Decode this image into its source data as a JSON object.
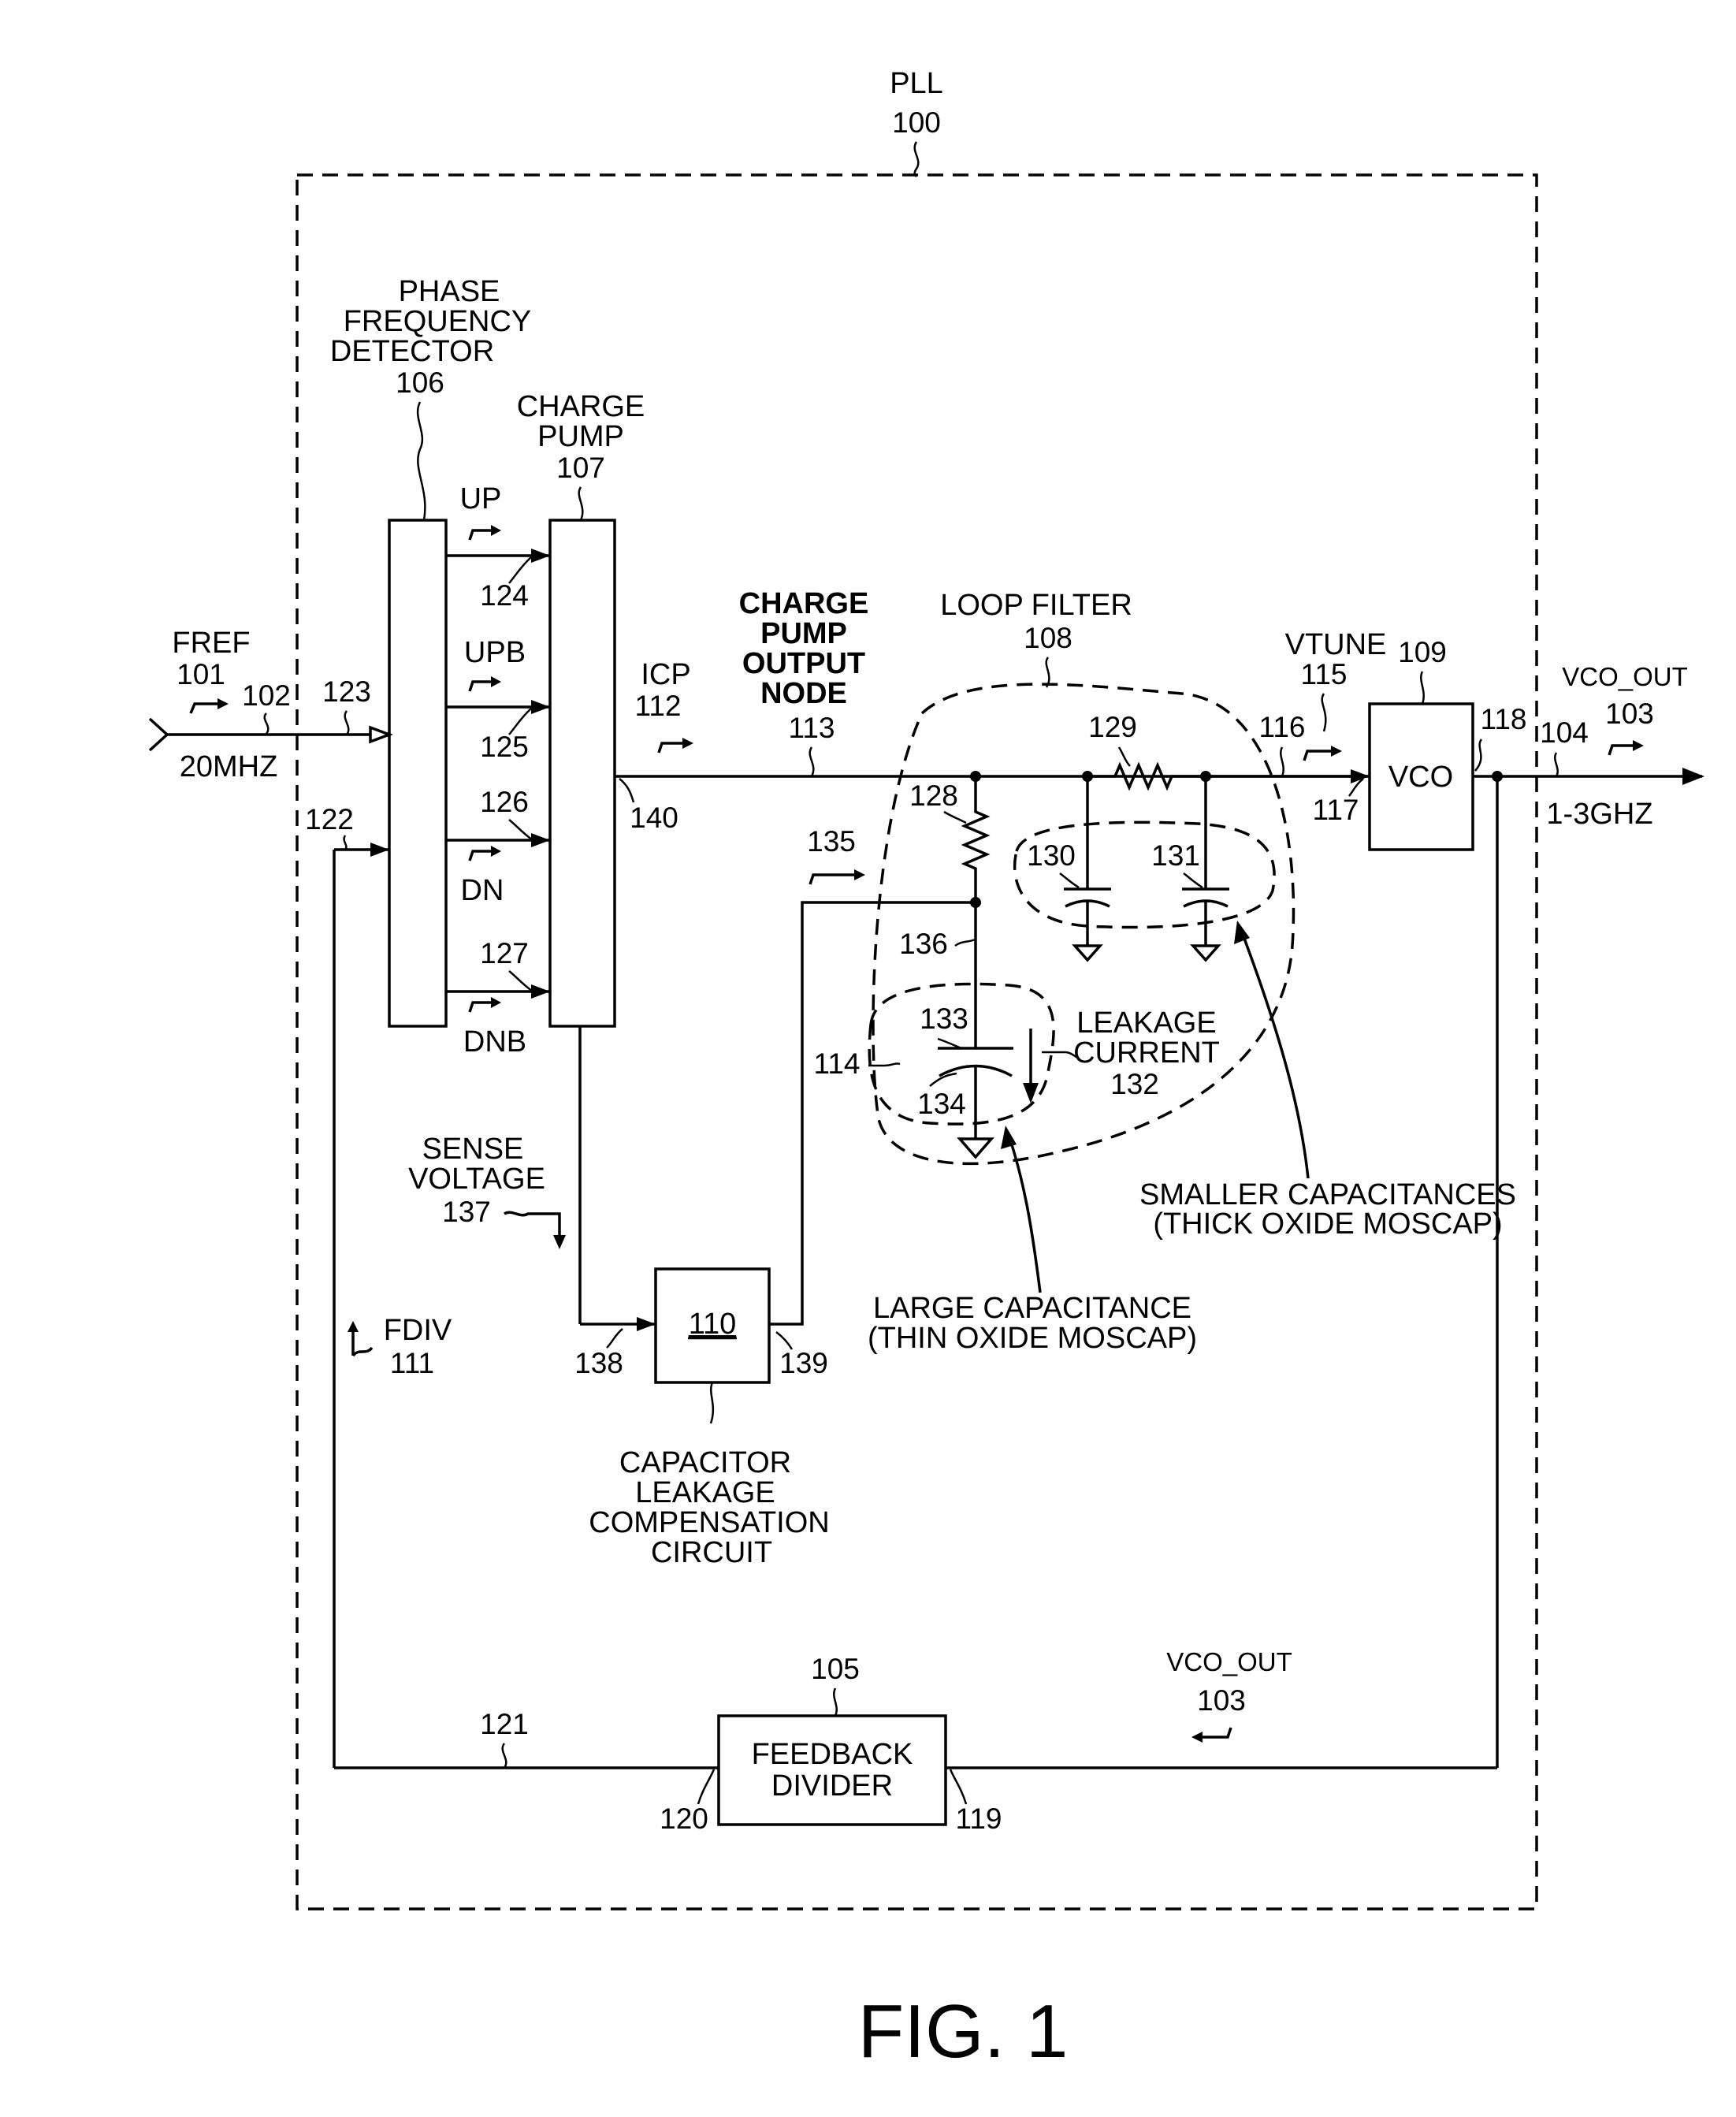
{
  "figure": {
    "caption": "FIG. 1",
    "pll": {
      "name": "PLL",
      "ref": "100"
    }
  },
  "blocks": {
    "pfd": {
      "name_lines": [
        "PHASE",
        "FREQUENCY",
        "DETECTOR"
      ],
      "ref": "106"
    },
    "charge_pump": {
      "name_lines": [
        "CHARGE",
        "PUMP"
      ],
      "ref": "107"
    },
    "vco": {
      "label": "VCO",
      "ref": "109"
    },
    "compensation": {
      "label": "110",
      "name_lines": [
        "CAPACITOR",
        "LEAKAGE",
        "COMPENSATION",
        "CIRCUIT"
      ]
    },
    "feedback_divider": {
      "label_lines": [
        "FEEDBACK",
        "DIVIDER"
      ],
      "ref": "105"
    }
  },
  "signals": {
    "fref": {
      "name": "FREF",
      "ref": "101",
      "freq": "20MHZ",
      "line_ref": "102",
      "pin_ref": "123"
    },
    "up": {
      "name": "UP",
      "ref": "124"
    },
    "upb": {
      "name": "UPB",
      "ref": "125"
    },
    "dn": {
      "name": "DN",
      "ref": "126"
    },
    "dnb": {
      "name": "DNB",
      "ref": "127"
    },
    "fdiv": {
      "name": "FDIV",
      "ref": "111",
      "pin_ref": "122",
      "line_ref": "121"
    },
    "icp": {
      "name": "ICP",
      "ref": "112",
      "pin_ref": "140"
    },
    "cp_output_node": {
      "name_lines": [
        "CHARGE",
        "PUMP",
        "OUTPUT",
        "NODE"
      ],
      "ref": "113"
    },
    "vtune": {
      "name": "VTUNE",
      "ref": "115",
      "line_ref": "116",
      "pin_ref": "117"
    },
    "vco_out": {
      "name": "VCO_OUT",
      "ref": "103",
      "line_ref": "104",
      "pin_ref": "118",
      "freq": "1-3GHZ"
    },
    "vco_out_feedback": {
      "name": "VCO_OUT",
      "ref": "103",
      "div_in_ref": "119",
      "div_out_ref": "120"
    },
    "sense_voltage": {
      "name_lines": [
        "SENSE",
        "VOLTAGE"
      ],
      "ref": "137",
      "pin_ref": "138"
    },
    "comp_output": {
      "pin_ref": "139",
      "ref": "135",
      "node_ref": "136"
    }
  },
  "loop_filter": {
    "name": "LOOP FILTER",
    "ref": "108",
    "resistor_128": "128",
    "resistor_129": "129",
    "cap_130": "130",
    "cap_131": "131",
    "cap_133": "133",
    "cap_134": "134",
    "cap_node": "114",
    "leakage_lines": [
      "LEAKAGE",
      "CURRENT"
    ],
    "leakage_ref": "132",
    "smaller_caps_lines": [
      "SMALLER CAPACITANCES",
      "(THICK OXIDE MOSCAP)"
    ],
    "large_cap_lines": [
      "LARGE CAPACITANCE",
      "(THIN OXIDE MOSCAP)"
    ]
  }
}
